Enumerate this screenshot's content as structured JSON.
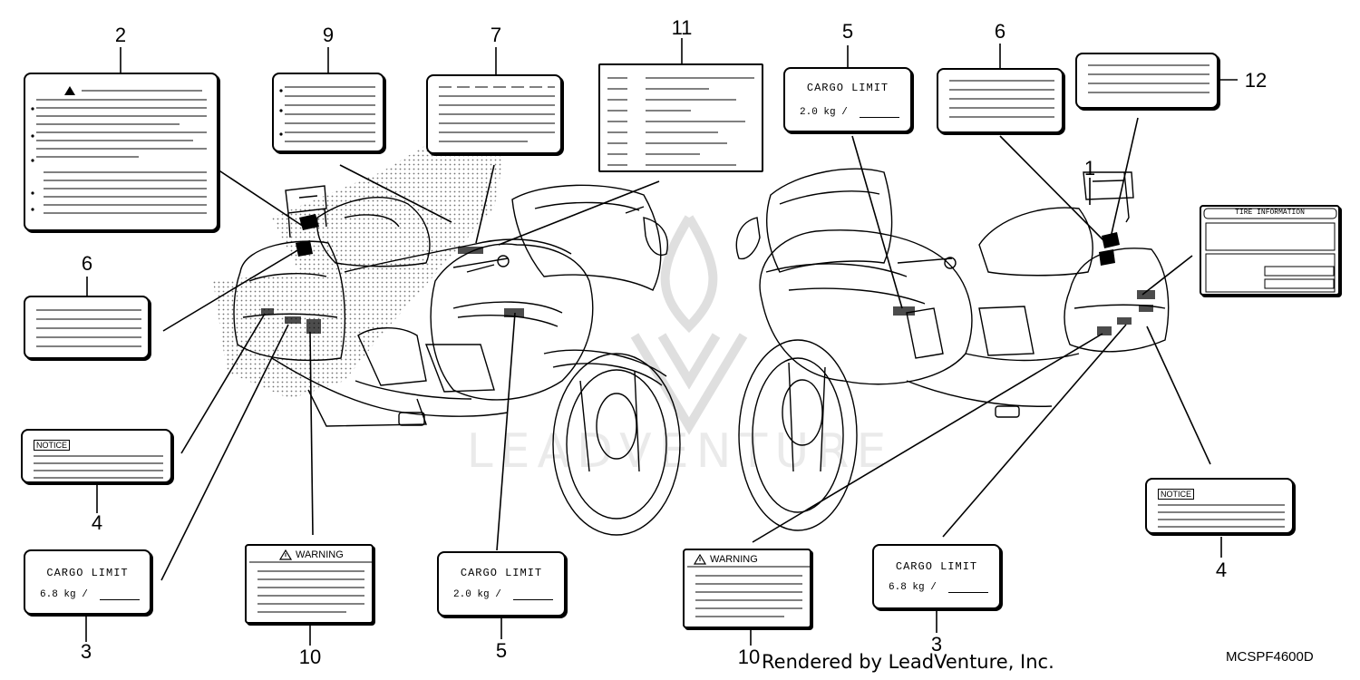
{
  "callouts": {
    "n1": "1",
    "n2": "2",
    "n3a": "3",
    "n3b": "3",
    "n4a": "4",
    "n4b": "4",
    "n5a": "5",
    "n5b": "5",
    "n6a": "6",
    "n6b": "6",
    "n7": "7",
    "n9": "9",
    "n10a": "10",
    "n10b": "10",
    "n11": "11",
    "n12": "12"
  },
  "labels": {
    "cargo_limit": "CARGO LIMIT",
    "cargo_weight_small": "2.0 kg  /",
    "cargo_weight_large": "6.8 kg  /",
    "warning": "WARNING",
    "notice": "NOTICE",
    "tire_information": "TIRE INFORMATION"
  },
  "watermark": "LEADVENTURE",
  "footer": {
    "credit": "Rendered by LeadVenture, Inc.",
    "code": "MCSPF4600D"
  }
}
